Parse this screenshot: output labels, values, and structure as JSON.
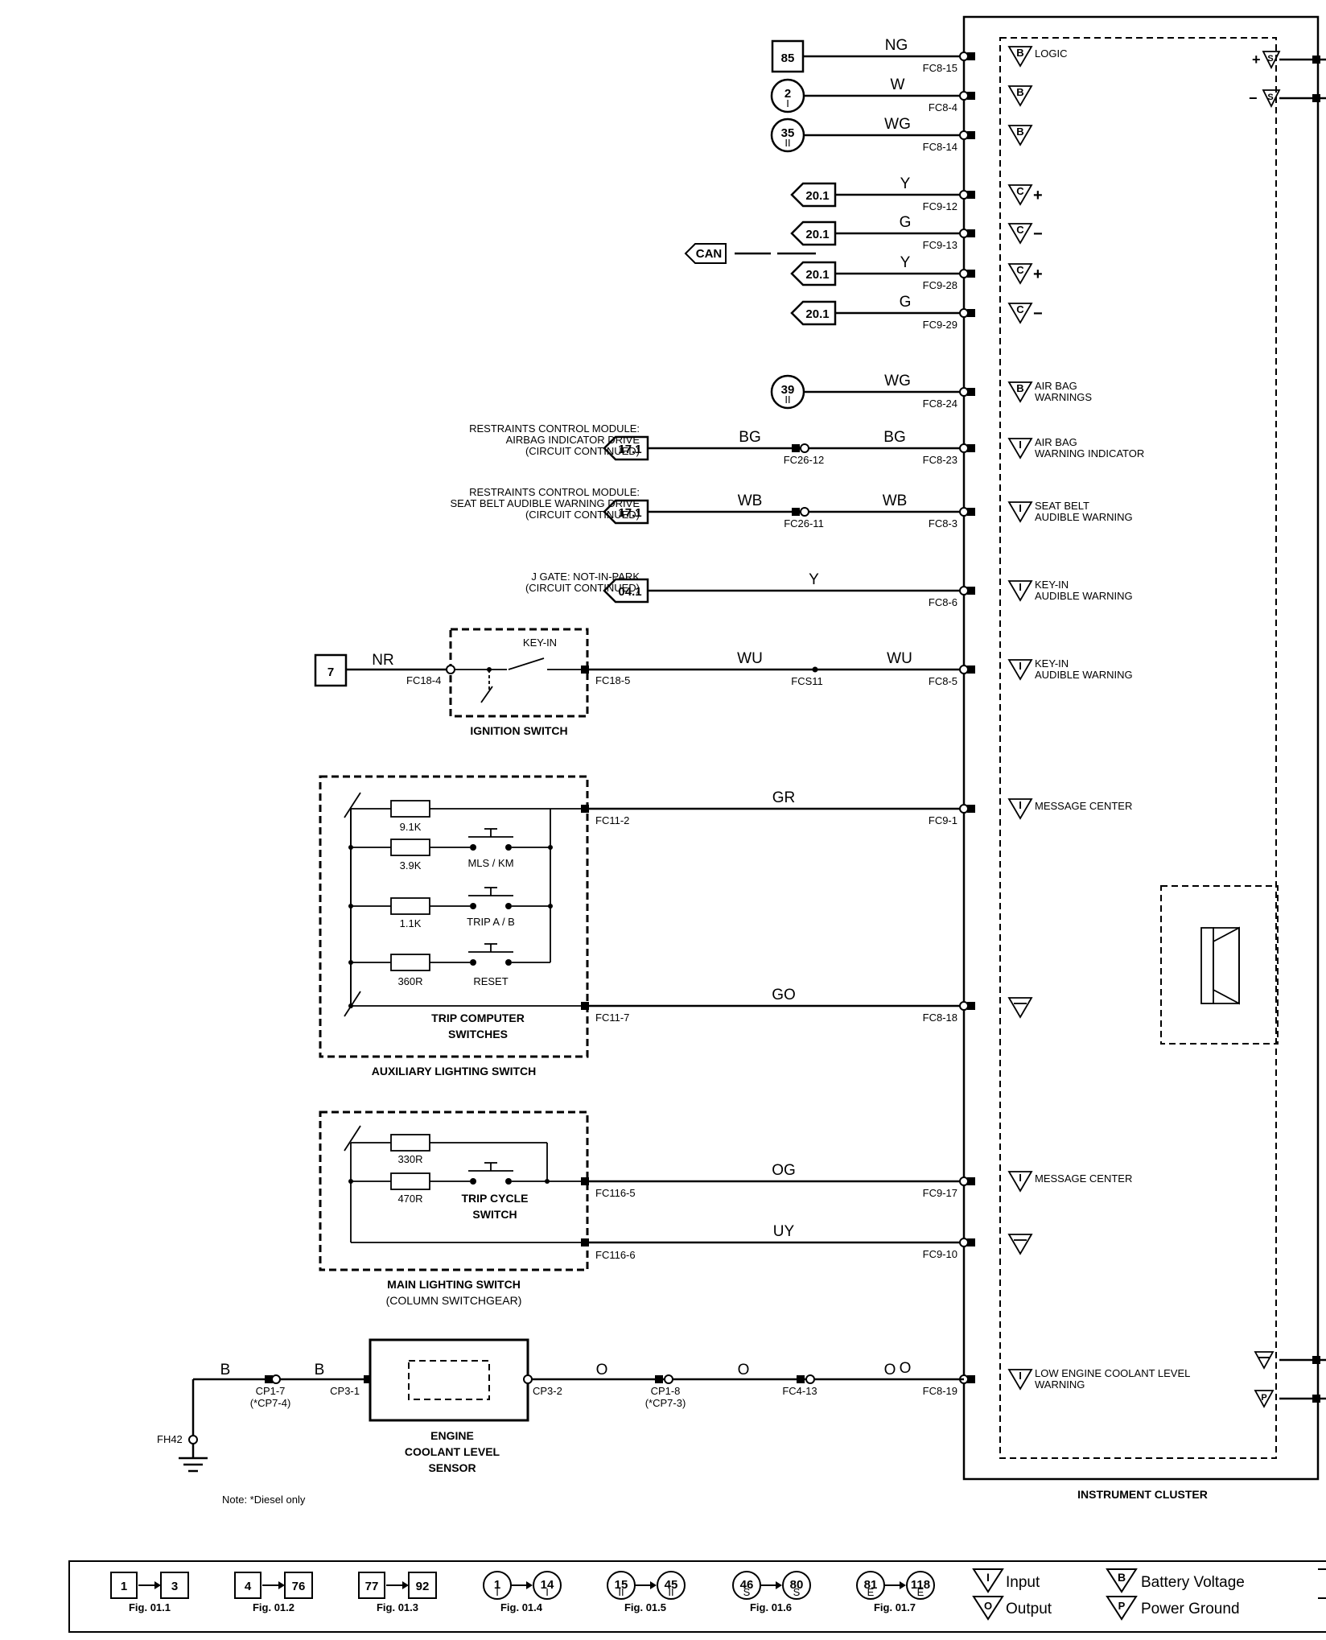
{
  "module": {
    "name": "INSTRUMENT CLUSTER",
    "pins": [
      {
        "id": "p1",
        "connector": "FC8-15",
        "wire": "NG",
        "source_kind": "box",
        "source": "85",
        "source_sub": "",
        "internal_symbol": "B",
        "internal_label": "LOGIC"
      },
      {
        "id": "p2",
        "connector": "FC8-4",
        "wire": "W",
        "source_kind": "circle",
        "source": "2",
        "source_sub": "I",
        "internal_symbol": "B",
        "internal_label": ""
      },
      {
        "id": "p3",
        "connector": "FC8-14",
        "wire": "WG",
        "source_kind": "circle",
        "source": "35",
        "source_sub": "II",
        "internal_symbol": "B",
        "internal_label": ""
      },
      {
        "id": "p4",
        "connector": "FC9-12",
        "wire": "Y",
        "source_kind": "arrow",
        "source": "20.1",
        "internal_symbol": "C",
        "internal_label": "+"
      },
      {
        "id": "p5",
        "connector": "FC9-13",
        "wire": "G",
        "source_kind": "arrow",
        "source": "20.1",
        "internal_symbol": "C",
        "internal_label": "−"
      },
      {
        "id": "p6",
        "connector": "FC9-28",
        "wire": "Y",
        "source_kind": "arrow",
        "source": "20.1",
        "internal_symbol": "C",
        "internal_label": "+"
      },
      {
        "id": "p7",
        "connector": "FC9-29",
        "wire": "G",
        "source_kind": "arrow",
        "source": "20.1",
        "internal_symbol": "C",
        "internal_label": "−"
      },
      {
        "id": "p8",
        "connector": "FC8-24",
        "wire": "WG",
        "source_kind": "circle",
        "source": "39",
        "source_sub": "II",
        "internal_symbol": "B",
        "internal_label": "AIR BAG WARNINGS"
      },
      {
        "id": "p9",
        "connector": "FC8-23",
        "wire": "BG",
        "wire2": "BG",
        "inline": "FC26-12",
        "source_kind": "arrow",
        "source": "17.1",
        "desc": [
          "RESTRAINTS CONTROL MODULE:",
          "AIRBAG INDICATOR DRIVE",
          "(CIRCUIT CONTINUED)"
        ],
        "internal_symbol": "I",
        "internal_label": "AIR BAG WARNING INDICATOR"
      },
      {
        "id": "p10",
        "connector": "FC8-3",
        "wire": "WB",
        "wire2": "WB",
        "inline": "FC26-11",
        "source_kind": "arrow",
        "source": "17.1",
        "desc": [
          "RESTRAINTS CONTROL MODULE:",
          "SEAT BELT AUDIBLE WARNING DRIVE",
          "(CIRCUIT CONTINUED)"
        ],
        "internal_symbol": "I",
        "internal_label": "SEAT BELT AUDIBLE WARNING"
      },
      {
        "id": "p11",
        "connector": "FC8-6",
        "wire": "Y",
        "source_kind": "arrow",
        "source": "04.1",
        "desc": [
          "J GATE: NOT-IN-PARK",
          "(CIRCUIT CONTINUED)"
        ],
        "internal_symbol": "I",
        "internal_label": "KEY-IN AUDIBLE WARNING"
      },
      {
        "id": "p12",
        "connector": "FC8-5",
        "wire": "WU",
        "wire2": "WU",
        "inline": "FCS11",
        "internal_symbol": "I",
        "internal_label": "KEY-IN AUDIBLE WARNING"
      },
      {
        "id": "p13",
        "connector": "FC9-1",
        "wire": "GR",
        "internal_symbol": "I",
        "internal_label": "MESSAGE CENTER"
      },
      {
        "id": "p14",
        "connector": "FC8-18",
        "wire": "GO",
        "internal_symbol": "ground",
        "internal_label": ""
      },
      {
        "id": "p15",
        "connector": "FC9-17",
        "wire": "OG",
        "internal_symbol": "I",
        "internal_label": "MESSAGE CENTER"
      },
      {
        "id": "p16",
        "connector": "FC9-10",
        "wire": "UY",
        "internal_symbol": "ground",
        "internal_label": ""
      },
      {
        "id": "p17",
        "connector": "FC8-19",
        "wire": "O",
        "internal_symbol": "I",
        "internal_label": "LOW ENGINE COOLANT LEVEL WARNING"
      }
    ],
    "right_side": [
      "+S",
      "−S",
      "−",
      "P"
    ]
  },
  "can": {
    "label": "CAN"
  },
  "ignition_switch": {
    "name": "IGNITION SWITCH",
    "contact_label": "KEY-IN",
    "in_connector": "FC18-4",
    "out_connector": "FC18-5",
    "feed_ref": "7",
    "feed_wire": "NR"
  },
  "aux_switch": {
    "name": "AUXILIARY LIGHTING SWITCH",
    "sub_name": [
      "TRIP COMPUTER",
      "SWITCHES"
    ],
    "top_connector": "FC11-2",
    "bottom_connector": "FC11-7",
    "resistors": [
      "9.1K",
      "3.9K",
      "1.1K",
      "360R"
    ],
    "buttons": [
      "MLS / KM",
      "TRIP A / B",
      "RESET"
    ]
  },
  "main_switch": {
    "name": "MAIN LIGHTING SWITCH",
    "sub_name": "(COLUMN SWITCHGEAR)",
    "top_connector": "FC116-5",
    "bottom_connector": "FC116-6",
    "resistors": [
      "330R",
      "470R"
    ],
    "button": [
      "TRIP CYCLE",
      "SWITCH"
    ]
  },
  "coolant": {
    "name": [
      "ENGINE",
      "COOLANT LEVEL",
      "SENSOR"
    ],
    "left_connector": "CP3-1",
    "right_connector": "CP3-2",
    "ground": "FH42",
    "wire_left_1": "B",
    "wire_left_2": "B",
    "cp1_7": "CP1-7",
    "cp1_7_alt": "(*CP7-4)",
    "cp1_8": "CP1-8",
    "cp1_8_alt": "(*CP7-3)",
    "fc4_13": "FC4-13",
    "wire_right_1": "O",
    "wire_right_2": "O",
    "wire_right_3": "O"
  },
  "note": "Note: *Diesel only",
  "legend": {
    "figs": [
      {
        "a": "1",
        "b": "3",
        "kind": "box",
        "fig": "Fig. 01.1"
      },
      {
        "a": "4",
        "b": "76",
        "kind": "box",
        "fig": "Fig. 01.2"
      },
      {
        "a": "77",
        "b": "92",
        "kind": "box",
        "fig": "Fig. 01.3"
      },
      {
        "a": "1",
        "b": "14",
        "kind": "circle",
        "sub": "I",
        "fig": "Fig. 01.4"
      },
      {
        "a": "15",
        "b": "45",
        "kind": "circle",
        "sub": "II",
        "fig": "Fig. 01.5"
      },
      {
        "a": "46",
        "b": "80",
        "kind": "circle",
        "sub": "S",
        "fig": "Fig. 01.6"
      },
      {
        "a": "81",
        "b": "118",
        "kind": "circle",
        "sub": "E",
        "fig": "Fig. 01.7"
      }
    ],
    "input": "Input",
    "output": "Output",
    "battery": "Battery Voltage",
    "power_ground": "Power Ground"
  }
}
